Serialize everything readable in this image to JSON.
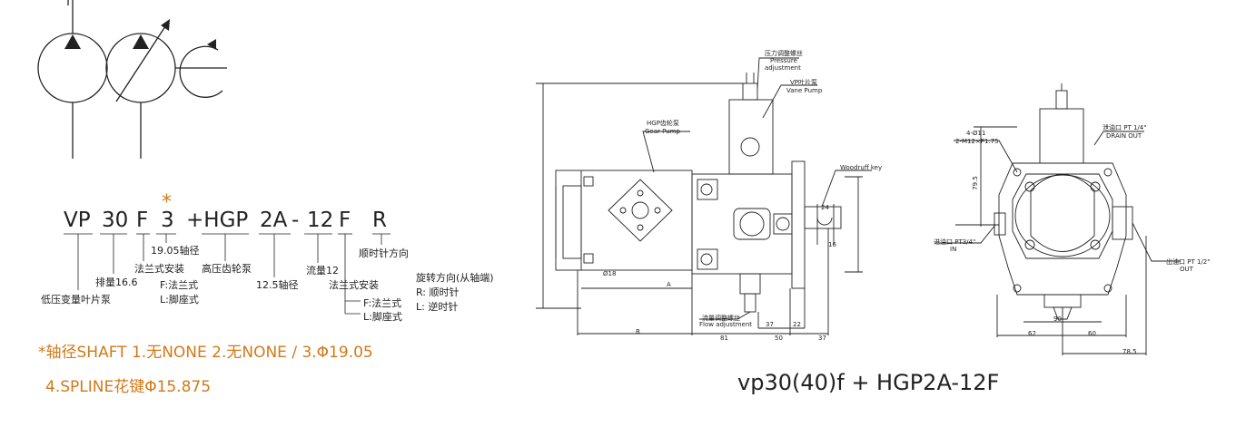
{
  "model_code": {
    "parts": [
      "VP",
      "30",
      "F",
      "3",
      "+HGP",
      "2A",
      "-",
      "12",
      "F",
      "R"
    ],
    "star": "*"
  },
  "code_labels": {
    "shaft_diameter": "19.05轴径",
    "displacement": "排量16.6",
    "flange_mount_1": "法兰式安装",
    "flange_option": "F:法兰式",
    "foot_option": "L:脚座式",
    "low_pressure_vane": "低压变量叶片泵",
    "hp_gear_pump": "高压齿轮泵",
    "shaft_12_5": "12.5轴径",
    "flow_12": "流量12",
    "flange_mount_2": "法兰式安装",
    "rot_direction": "顺时针方向",
    "rot_direction_shaft": "旋转方向(从轴端)",
    "rot_cw": "R: 顺时针",
    "rot_ccw": "L: 逆时针",
    "mount_flange": "F:法兰式",
    "mount_foot": "L:脚座式"
  },
  "notes": {
    "line1": "*轴径SHAFT 1.无NONE 2.无NONE  / 3.Φ19.05",
    "line2": "4.SPLINE花键Φ15.875"
  },
  "caption": "vp30(40)f + HGP2A-12F",
  "drawing_labels": {
    "pressure_adj_cn": "压力调整螺丝",
    "pressure_adj_en1": "Pressure",
    "pressure_adj_en2": "adjustment",
    "vp_cn": "VP叶片泵",
    "vp_en": "Vane Pump",
    "hgp_cn": "HGP齿轮泵",
    "hgp_en": "Gear Pump",
    "woodruff": "Woodruff key",
    "flow_adj_cn": "流量调整螺丝",
    "flow_adj_en": "Flow adjustment",
    "dim_a": "A",
    "dim_b": "B",
    "dim_37a": "37",
    "dim_22": "22",
    "dim_81": "81",
    "dim_50": "50",
    "dim_37b": "37",
    "dim_18": "Ø18",
    "dim_16": "16",
    "dim_24": "24",
    "dim_4m12": "4-Ø11",
    "dim_m12": "2-M12×P1.75",
    "drain_cn": "泄油口 PT 1/4\"",
    "drain_en": "DRAIN OUT",
    "in_cn": "进油口 PT3/4\"",
    "in_en": "IN",
    "out_cn": "出油口 PT 1/2\"",
    "out_en": "OUT",
    "dim_90": "90",
    "dim_62": "62",
    "dim_60": "60",
    "dim_78_5": "78.5",
    "dim_79_5": "79.5"
  }
}
